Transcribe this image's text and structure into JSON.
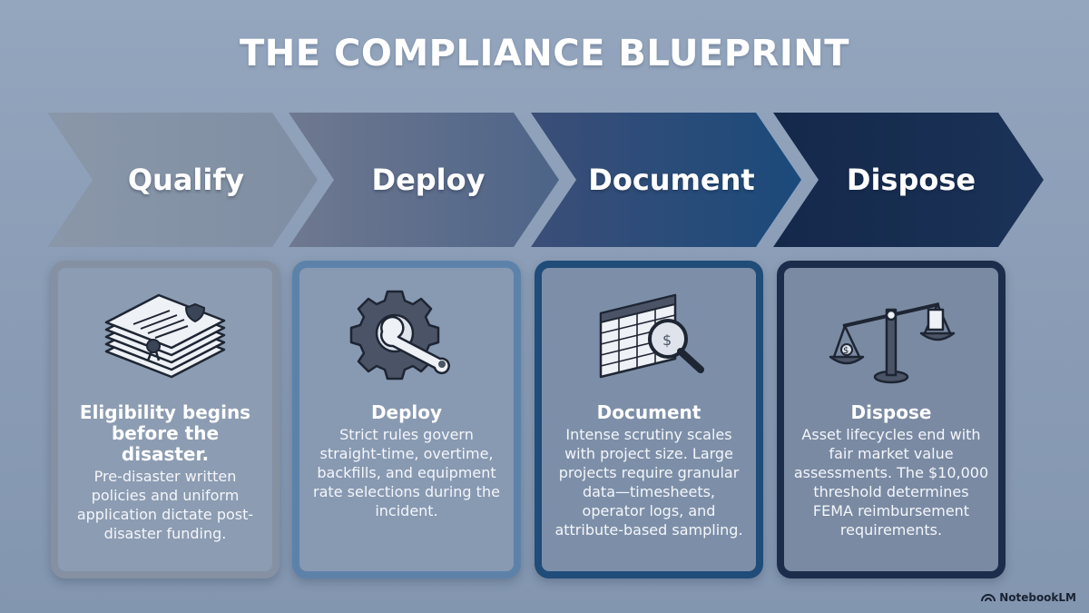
{
  "title": "THE COMPLIANCE BLUEPRINT",
  "colors": {
    "background": "#8a9cb5",
    "chevron_qualify": "#8593a6",
    "chevron_deploy": "#5b7093",
    "chevron_document": "#224a78",
    "chevron_dispose": "#17294a"
  },
  "stages": [
    {
      "chevron_label": "Qualify",
      "icon": "certificate-stack-icon",
      "heading": "Eligibility begins before the disaster.",
      "body": "Pre-disaster written policies and uniform application dictate post-disaster funding."
    },
    {
      "chevron_label": "Deploy",
      "icon": "gear-wrench-icon",
      "heading": "Deploy",
      "body": "Strict rules govern straight-time, overtime, backfills, and equipment rate selections during the incident."
    },
    {
      "chevron_label": "Document",
      "icon": "spreadsheet-magnifier-icon",
      "heading": "Document",
      "body": "Intense scrutiny scales with project size. Large projects require granular data—timesheets, operator logs, and attribute-based sampling."
    },
    {
      "chevron_label": "Dispose",
      "icon": "balance-scale-icon",
      "heading": "Dispose",
      "body": "Asset lifecycles end with fair market value assessments. The $10,000 threshold determines FEMA reimbursement requirements."
    }
  ],
  "badge": {
    "icon": "notebooklm-logo-icon",
    "label": "NotebookLM"
  }
}
